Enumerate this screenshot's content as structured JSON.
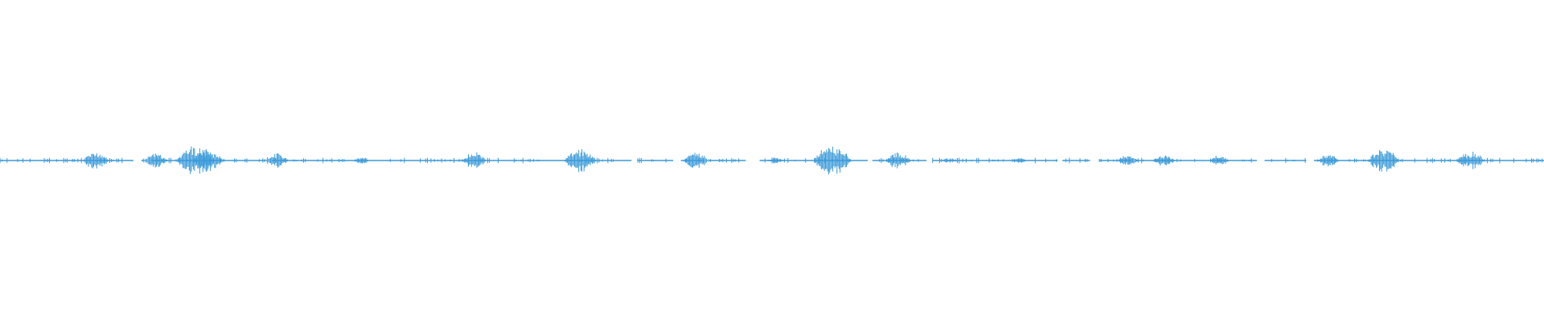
{
  "waveform": {
    "color": "#3a9ad9",
    "background": "#ffffff",
    "baseline_fraction": 0.5,
    "segments": [
      {
        "start": 0.0,
        "end": 0.086
      },
      {
        "start": 0.092,
        "end": 0.094
      },
      {
        "start": 0.098,
        "end": 0.172
      },
      {
        "start": 0.176,
        "end": 0.409
      },
      {
        "start": 0.413,
        "end": 0.436
      },
      {
        "start": 0.441,
        "end": 0.456
      },
      {
        "start": 0.459,
        "end": 0.483
      },
      {
        "start": 0.492,
        "end": 0.562
      },
      {
        "start": 0.565,
        "end": 0.6
      },
      {
        "start": 0.604,
        "end": 0.685
      },
      {
        "start": 0.688,
        "end": 0.706
      },
      {
        "start": 0.712,
        "end": 0.733
      },
      {
        "start": 0.736,
        "end": 0.814
      },
      {
        "start": 0.819,
        "end": 0.846
      },
      {
        "start": 0.851,
        "end": 1.0
      }
    ],
    "bursts": [
      {
        "at": 0.062,
        "amp": 0.03
      },
      {
        "at": 0.101,
        "amp": 0.025
      },
      {
        "at": 0.127,
        "amp": 0.05
      },
      {
        "at": 0.135,
        "amp": 0.038
      },
      {
        "at": 0.179,
        "amp": 0.025
      },
      {
        "at": 0.234,
        "amp": 0.012
      },
      {
        "at": 0.307,
        "amp": 0.028
      },
      {
        "at": 0.376,
        "amp": 0.04
      },
      {
        "at": 0.451,
        "amp": 0.028
      },
      {
        "at": 0.502,
        "amp": 0.012
      },
      {
        "at": 0.539,
        "amp": 0.05
      },
      {
        "at": 0.582,
        "amp": 0.028
      },
      {
        "at": 0.615,
        "amp": 0.01
      },
      {
        "at": 0.66,
        "amp": 0.01
      },
      {
        "at": 0.731,
        "amp": 0.02
      },
      {
        "at": 0.754,
        "amp": 0.022
      },
      {
        "at": 0.79,
        "amp": 0.018
      },
      {
        "at": 0.86,
        "amp": 0.022
      },
      {
        "at": 0.896,
        "amp": 0.04
      },
      {
        "at": 0.953,
        "amp": 0.032
      }
    ]
  }
}
